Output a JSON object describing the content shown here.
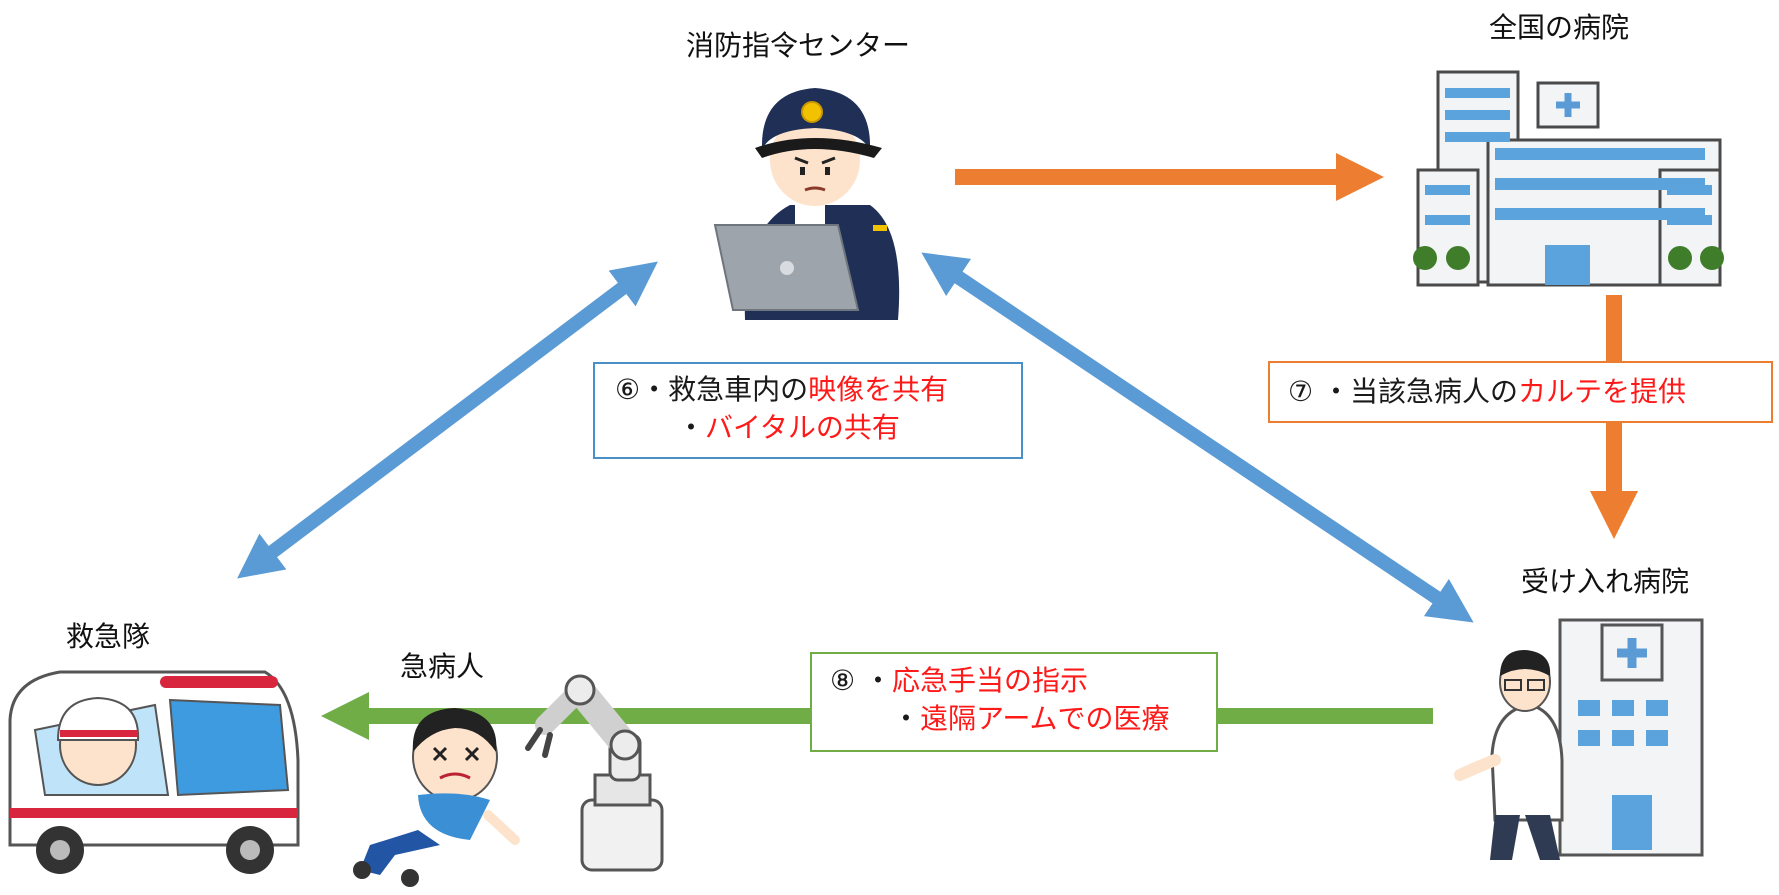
{
  "nodes": {
    "dispatch_center": "消防指令センター",
    "hospitals_nationwide": "全国の病院",
    "receiving_hospital": "受け入れ病院",
    "ambulance_team": "救急隊",
    "patient": "急病人"
  },
  "box_blue": {
    "num": "⑥",
    "line1_pre": "・救急車内の",
    "line1_hl": "映像を共有",
    "line2_pre": "・",
    "line2_hl": "バイタルの共有"
  },
  "box_orange": {
    "num": "⑦",
    "line1_pre": " ・当該急病人の",
    "line1_hl": "カルテを提供"
  },
  "box_green": {
    "num": "⑧",
    "line1_pre": " ・",
    "line1_hl": "応急手当の指示",
    "line2_pre": "・",
    "line2_hl": "遠隔アームでの医療"
  },
  "colors": {
    "blue_arrow": "#5b9bd5",
    "orange_arrow": "#ed7d31",
    "green_arrow": "#70ad47",
    "highlight_text": "#ff1a1a"
  }
}
